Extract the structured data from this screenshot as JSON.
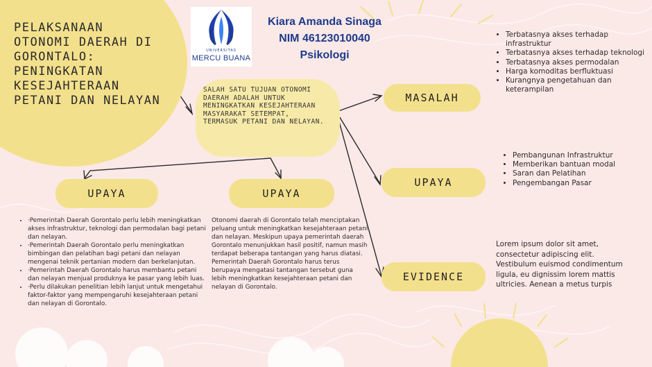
{
  "title": "PELAKSANAAN OTONOMI DAERAH DI GORONTALO: PENINGKATAN KESEJAHTERAAN PETANI DAN NELAYAN",
  "logo": {
    "top_text": "UNIVERSITAS",
    "text": "MERCU BUANA"
  },
  "author": {
    "name": "Kiara Amanda Sinaga",
    "nim": "NIM 46123010040",
    "program": "Psikologi"
  },
  "center_box": "SALAH SATU TUJUAN OTONOMI DAERAH ADALAH UNTUK MENINGKATKAN KESEJAHTERAAN MASYARAKAT SETEMPAT, TERMASUK PETANI DAN NELAYAN.",
  "nodes": {
    "masalah": "MASALAH",
    "upaya_right": "UPAYA",
    "evidence": "EVIDENCE",
    "upaya_left": "UPAYA",
    "upaya_center": "UPAYA"
  },
  "masalah_items": [
    "Terbatasnya akses terhadap infrastruktur",
    "Terbatasnya akses terhadap teknologi",
    "Terbatasnya akses permodalan",
    "Harga komoditas berfluktuasi",
    "Kurangnya pengetahuan dan keterampilan"
  ],
  "upaya_right_items": [
    "Pembangunan Infrastruktur",
    "Memberikan bantuan modal",
    "Saran dan Pelatihan",
    "Pengembangan Pasar"
  ],
  "evidence_text": "Lorem ipsum dolor sit amet, consectetur adipiscing elit. Vestibulum euismod condimentum ligula, eu dignissim lorem mattis ultricies. Aenean a metus turpis",
  "upaya_left_items": [
    "·Pemerintah Daerah Gorontalo perlu lebih meningkatkan akses infrastruktur, teknologi dan permodalan bagi petani dan nelayan.",
    "·Pemerintah Daerah Gorontalo perlu meningkatkan bimbingan dan pelatihan bagi petani dan nelayan mengenai teknik pertanian modern dan berkelanjutan.",
    "·Pemerintah Daerah Gorontalo harus membantu petani dan nelayan menjual produknya ke pasar yang lebih luas.",
    "·Perlu dilakukan penelitian lebih lanjut untuk mengetahui faktor-faktor yang mempengaruhi kesejahteraan petani dan nelayan di Gorontalo."
  ],
  "upaya_center_text": "Otonomi daerah di Gorontalo telah menciptakan peluang untuk meningkatkan kesejahteraan petani dan nelayan. Meskipun upaya pemerintah daerah Gorontalo menunjukkan hasil positif, namun masih terdapat beberapa tantangan yang harus diatasi. Pemerintah Daerah Gorontalo harus terus berupaya mengatasi tantangan tersebut guna lebih meningkatkan kesejahteraan petani dan nelayan di Gorontalo.",
  "colors": {
    "background": "#fbe9e7",
    "yellow": "#f3e08c",
    "center_box": "#f7eaa8",
    "author_blue": "#1e3a8a",
    "text": "#2b2b2b"
  }
}
